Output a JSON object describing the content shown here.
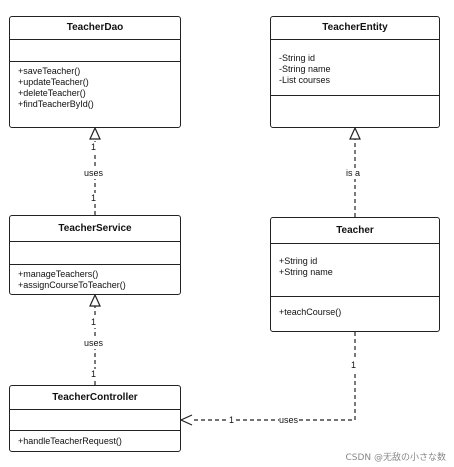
{
  "classes": {
    "teacher_dao": {
      "name": "TeacherDao",
      "attributes": [],
      "methods": [
        "+saveTeacher()",
        "+updateTeacher()",
        "+deleteTeacher()",
        "+findTeacherById()"
      ]
    },
    "teacher_entity": {
      "name": "TeacherEntity",
      "attributes": [
        "-String id",
        "-String name",
        "-List courses"
      ],
      "methods": []
    },
    "teacher_service": {
      "name": "TeacherService",
      "attributes": [],
      "methods": [
        "+manageTeachers()",
        "+assignCourseToTeacher()"
      ]
    },
    "teacher": {
      "name": "Teacher",
      "attributes": [
        "+String id",
        "+String name"
      ],
      "methods": [
        "+teachCourse()"
      ]
    },
    "teacher_controller": {
      "name": "TeacherController",
      "attributes": [],
      "methods": [
        "+handleTeacherRequest()"
      ]
    }
  },
  "relations": {
    "service_dao": {
      "label": "uses",
      "mult_source": "1",
      "mult_target": "1"
    },
    "teacher_entity": {
      "label": "is a"
    },
    "controller_service": {
      "label": "uses",
      "mult_source": "1",
      "mult_target": "1"
    },
    "teacher_controller": {
      "label": "uses",
      "mult_source": "1",
      "mult_target": "1"
    }
  },
  "watermark": "CSDN @无敌の小さな数"
}
